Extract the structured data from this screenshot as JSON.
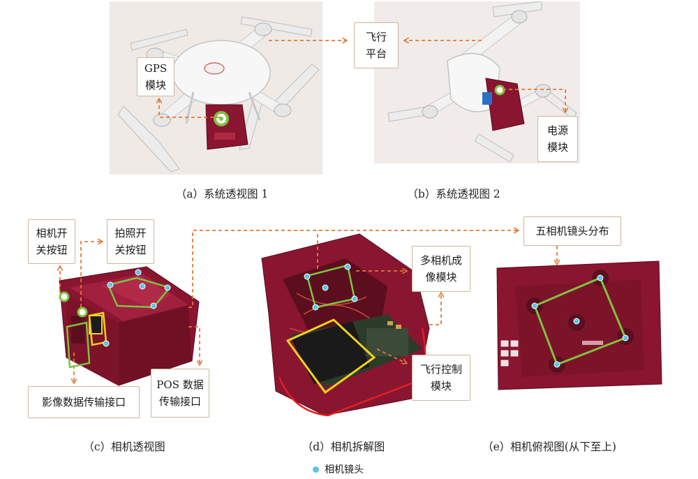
{
  "panels": [
    {
      "id": "a",
      "caption": "（a）系统透视图 1"
    },
    {
      "id": "b",
      "caption": "（b）系统透视图 2"
    },
    {
      "id": "c",
      "caption": "（c）相机透视图"
    },
    {
      "id": "d",
      "caption": "（d）相机拆解图"
    },
    {
      "id": "e",
      "caption": "（e）相机俯视图(从下至上)"
    }
  ],
  "callouts": {
    "gps_module": "GPS\n模块",
    "flight_platform": "飞行\n平台",
    "power_module": "电源\n模块",
    "camera_power_button": "相机开\n关按钮",
    "shutter_button": "拍照开\n关按钮",
    "image_data_port": "影像数据传输接口",
    "pos_data_port": "POS 数据\n传输接口",
    "multi_camera_imaging_module": "多相机成\n像模块",
    "flight_control_module": "飞行控制\n模块",
    "five_lens_distribution": "五相机镜头分布"
  },
  "legend": {
    "label": "相机镜头",
    "marker_color": "#5cc5df"
  },
  "colors": {
    "leader_arrow": "#e07a36",
    "green_outline": "#7fc241",
    "yellow_outline": "#f2d21b",
    "red_outline": "#e02020",
    "camera_body": "#8a1530",
    "drone_body": "#f1f1f1",
    "lens_marker": "#5cc5df"
  }
}
